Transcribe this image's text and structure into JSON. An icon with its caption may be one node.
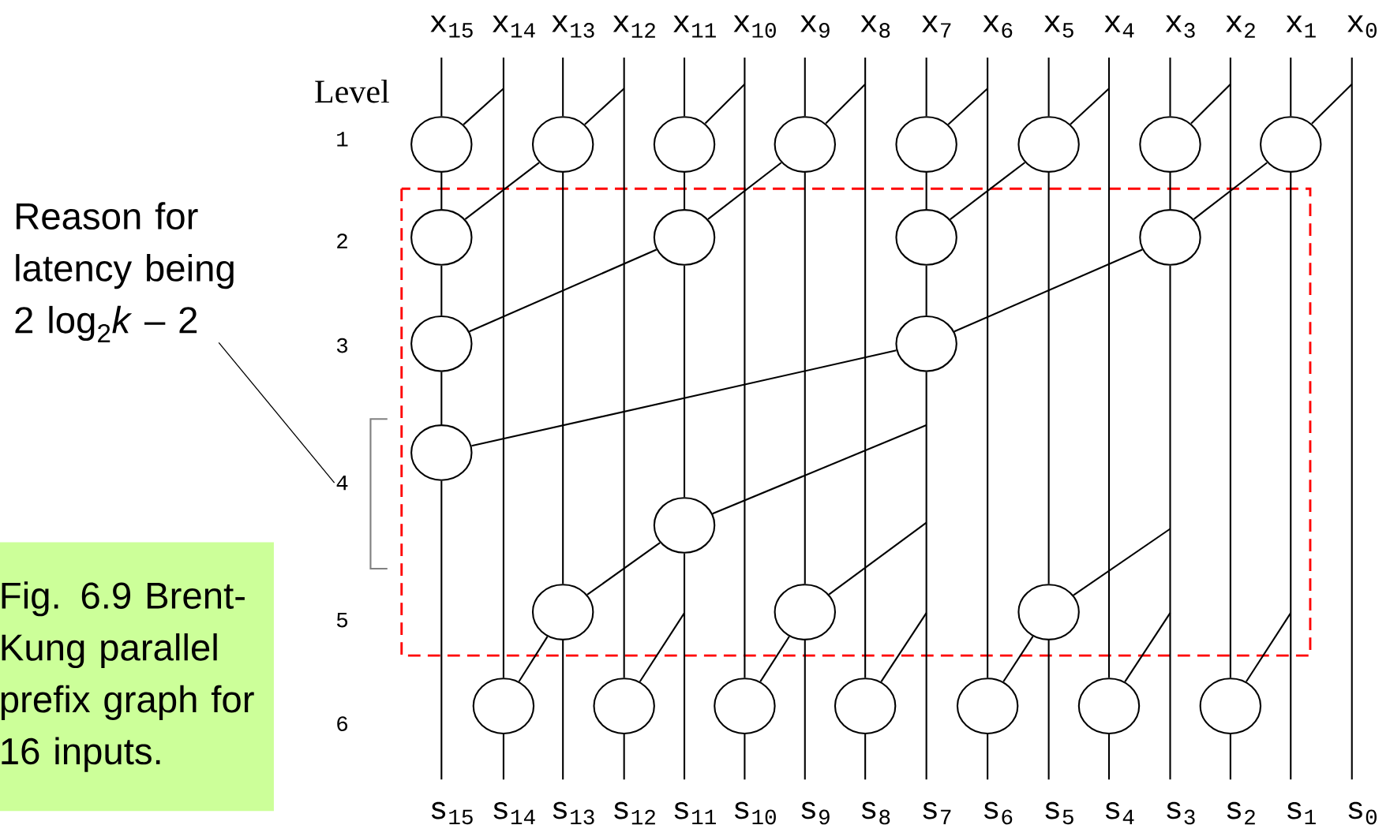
{
  "diagram": {
    "nodes": [
      {
        "text": [
          "Reason for latency being 2 log$_{2}$*k* – 2"
        ]
      },
      {
        "text": [
          "4"
        ]
      },
      {
        "text": [
          "Fig. 6.9 Brent-Kung parallel prefix graph for 16 inputs."
        ]
      },
      {
        "text": [
          "x$_{15}$"
        ]
      },
      {
        "text": [
          "x$_{14}$"
        ]
      },
      {
        "text": [
          "x$_{13}$"
        ]
      },
      {
        "text": [
          "x$_{12}$"
        ]
      },
      {
        "text": [
          "x$_{11}$"
        ]
      },
      {
        "text": [
          "x$_{10}$"
        ]
      },
      {
        "text": [
          "x$_{9}$"
        ]
      },
      {
        "text": [
          "x$_{8}$"
        ]
      },
      {
        "text": [
          "x$_{7}$"
        ]
      },
      {
        "text": [
          "x$_{6}$"
        ]
      },
      {
        "text": [
          "x$_{5}$"
        ]
      },
      {
        "text": [
          "x$_{4}$"
        ]
      },
      {
        "text": [
          "x$_{3}$"
        ]
      },
      {
        "text": [
          "x$_{2}$"
        ]
      },
      {
        "text": [
          "x$_{1}$"
        ]
      },
      {
        "text": [
          "x$_{0}$"
        ]
      },
      {
        "text": [],
        "shape": "circle"
      },
      {
        "text": [],
        "shape": "circle"
      },
      {
        "text": [],
        "shape": "circle"
      },
      {
        "text": [],
        "shape": "circle"
      },
      {
        "text": [],
        "shape": "circle"
      },
      {
        "text": [],
        "shape": "circle"
      },
      {
        "text": [],
        "shape": "circle"
      },
      {
        "text": [],
        "shape": "circle"
      },
      {
        "text": [],
        "shape": "circle"
      },
      {
        "text": [],
        "shape": "circle"
      },
      {
        "text": [],
        "shape": "circle"
      },
      {
        "text": [],
        "shape": "circle"
      },
      {
        "text": [],
        "shape": "circle"
      },
      {
        "text": [],
        "shape": "circle"
      },
      {
        "text": [],
        "shape": "circle"
      },
      {
        "text": [],
        "shape": "circle"
      },
      {
        "text": [],
        "shape": "circle"
      },
      {
        "text": [],
        "shape": "circle"
      },
      {
        "text": [],
        "shape": "circle"
      },
      {
        "text": [],
        "shape": "circle"
      },
      {
        "text": [],
        "shape": "circle"
      },
      {
        "text": [],
        "shape": "circle"
      },
      {
        "text": [],
        "shape": "circle"
      },
      {
        "text": [],
        "shape": "circle"
      },
      {
        "text": [],
        "shape": "circle"
      },
      {
        "text": [],
        "shape": "circle"
      },
      {
        "text": [
          "s$_{15}$"
        ]
      },
      {
        "text": [
          "s$_{14}$"
        ]
      },
      {
        "text": [
          "s$_{13}$"
        ]
      },
      {
        "text": [
          "s$_{12}$"
        ]
      },
      {
        "text": [
          "s$_{11}$"
        ]
      },
      {
        "text": [
          "s$_{10}$"
        ]
      },
      {
        "text": [
          "s$_{9}$"
        ]
      },
      {
        "text": [
          "s$_{8}$"
        ]
      },
      {
        "text": [
          "s$_{7}$"
        ]
      },
      {
        "text": [
          "s$_{6}$"
        ]
      },
      {
        "text": [
          "s$_{5}$"
        ]
      },
      {
        "text": [
          "s$_{4}$"
        ]
      },
      {
        "text": [
          "s$_{3}$"
        ]
      },
      {
        "text": [
          "s$_{2}$"
        ]
      },
      {
        "text": [
          "s$_{1}$"
        ]
      },
      {
        "text": [
          "s$_{0}$"
        ]
      }
    ],
    "edges": [
      {
        "from": 3,
        "to": 19,
        "arrow": "none"
      },
      {
        "from": 19,
        "to": 27,
        "arrow": "none"
      },
      {
        "from": 27,
        "to": 31,
        "arrow": "none"
      },
      {
        "from": 31,
        "to": 33,
        "arrow": "none"
      },
      {
        "from": 33,
        "to": 45,
        "arrow": "none"
      },
      {
        "from": 4,
        "to": 38,
        "arrow": "none"
      },
      {
        "from": 38,
        "to": 46,
        "arrow": "none"
      },
      {
        "from": 5,
        "to": 20,
        "arrow": "none"
      },
      {
        "from": 20,
        "to": 35,
        "arrow": "none"
      },
      {
        "from": 35,
        "to": 47,
        "arrow": "none"
      },
      {
        "from": 6,
        "to": 39,
        "arrow": "none"
      },
      {
        "from": 39,
        "to": 48,
        "arrow": "none"
      },
      {
        "from": 7,
        "to": 21,
        "arrow": "none"
      },
      {
        "from": 21,
        "to": 28,
        "arrow": "none"
      },
      {
        "from": 28,
        "to": 34,
        "arrow": "none"
      },
      {
        "from": 34,
        "to": 49,
        "arrow": "none"
      },
      {
        "from": 8,
        "to": 40,
        "arrow": "none"
      },
      {
        "from": 40,
        "to": 50,
        "arrow": "none"
      },
      {
        "from": 9,
        "to": 22,
        "arrow": "none"
      },
      {
        "from": 22,
        "to": 36,
        "arrow": "none"
      },
      {
        "from": 36,
        "to": 51,
        "arrow": "none"
      },
      {
        "from": 10,
        "to": 41,
        "arrow": "none"
      },
      {
        "from": 41,
        "to": 52,
        "arrow": "none"
      },
      {
        "from": 11,
        "to": 23,
        "arrow": "none"
      },
      {
        "from": 23,
        "to": 29,
        "arrow": "none"
      },
      {
        "from": 29,
        "to": 32,
        "arrow": "none"
      },
      {
        "from": 32,
        "to": 53,
        "arrow": "none"
      },
      {
        "from": 12,
        "to": 42,
        "arrow": "none"
      },
      {
        "from": 42,
        "to": 54,
        "arrow": "none"
      },
      {
        "from": 13,
        "to": 24,
        "arrow": "none"
      },
      {
        "from": 24,
        "to": 37,
        "arrow": "none"
      },
      {
        "from": 37,
        "to": 55,
        "arrow": "none"
      },
      {
        "from": 14,
        "to": 43,
        "arrow": "none"
      },
      {
        "from": 43,
        "to": 56,
        "arrow": "none"
      },
      {
        "from": 15,
        "to": 25,
        "arrow": "none"
      },
      {
        "from": 25,
        "to": 30,
        "arrow": "none"
      },
      {
        "from": 30,
        "to": 57,
        "arrow": "none"
      },
      {
        "from": 16,
        "to": 44,
        "arrow": "none"
      },
      {
        "from": 44,
        "to": 58,
        "arrow": "none"
      },
      {
        "from": 17,
        "to": 26,
        "arrow": "none"
      },
      {
        "from": 26,
        "to": 59,
        "arrow": "none"
      },
      {
        "from": 18,
        "to": 60,
        "arrow": "none"
      },
      {
        "from": null,
        "to": 19,
        "arrow": "none"
      },
      {
        "from": null,
        "to": 20,
        "arrow": "none"
      },
      {
        "from": null,
        "to": 21,
        "arrow": "none"
      },
      {
        "from": null,
        "to": 22,
        "arrow": "none"
      },
      {
        "from": null,
        "to": 23,
        "arrow": "none"
      },
      {
        "from": null,
        "to": 24,
        "arrow": "none"
      },
      {
        "from": null,
        "to": 25,
        "arrow": "none"
      },
      {
        "from": null,
        "to": 26,
        "arrow": "none"
      },
      {
        "from": 20,
        "to": 27,
        "arrow": "none"
      },
      {
        "from": 22,
        "to": 28,
        "arrow": "none"
      },
      {
        "from": 24,
        "to": 29,
        "arrow": "none"
      },
      {
        "from": 26,
        "to": 30,
        "arrow": "none"
      },
      {
        "from": 28,
        "to": 31,
        "arrow": "none"
      },
      {
        "from": 30,
        "to": 32,
        "arrow": "none"
      },
      {
        "from": 32,
        "to": 33,
        "arrow": "none"
      },
      {
        "from": null,
        "to": 34,
        "arrow": "none"
      },
      {
        "from": 34,
        "to": 35,
        "arrow": "none"
      },
      {
        "from": null,
        "to": 36,
        "arrow": "none"
      },
      {
        "from": null,
        "to": 37,
        "arrow": "none"
      },
      {
        "from": 35,
        "to": 38,
        "arrow": "none"
      },
      {
        "from": null,
        "to": 39,
        "arrow": "none"
      },
      {
        "from": 36,
        "to": 40,
        "arrow": "none"
      },
      {
        "from": null,
        "to": 41,
        "arrow": "none"
      },
      {
        "from": 37,
        "to": 42,
        "arrow": "none"
      },
      {
        "from": null,
        "to": 43,
        "arrow": "none"
      },
      {
        "from": null,
        "to": 44,
        "arrow": "none"
      },
      {
        "from": 0,
        "to": 1,
        "arrow": "none"
      }
    ],
    "labels": [
      "Level",
      "1",
      "2",
      "3",
      "5",
      "6"
    ]
  }
}
